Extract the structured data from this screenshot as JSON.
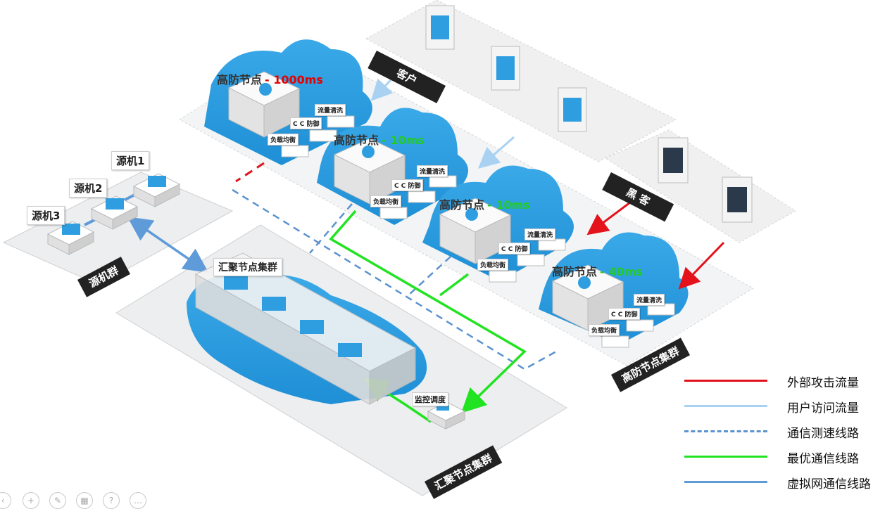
{
  "customer_label": "客户",
  "hacker_label": "黑 客",
  "origin_cluster": {
    "label": "源机群",
    "machines": [
      "源机1",
      "源机2",
      "源机3"
    ]
  },
  "nodes": [
    {
      "title": "高防节点",
      "latency": "- 1000ms",
      "latency_color": "#e60000"
    },
    {
      "title": "高防节点",
      "latency": "- 10ms",
      "latency_color": "#22cc22"
    },
    {
      "title": "高防节点",
      "latency": "- 10ms",
      "latency_color": "#22cc22"
    },
    {
      "title": "高防节点",
      "latency": "- 40ms",
      "latency_color": "#22cc22"
    }
  ],
  "node_services": {
    "flow_clean": "流量清洗",
    "cc_defense": "C C 防御",
    "load_balance": "负载均衡"
  },
  "defense_cluster_label": "高防节点集群",
  "aggregation": {
    "label": "汇聚节点集群",
    "title": "汇聚节点集群"
  },
  "monitor_label": "监控调度",
  "legend": [
    {
      "label": "外部攻击流量",
      "color": "#e3121b",
      "style": "solid"
    },
    {
      "label": "用户访问流量",
      "color": "#a9d2f2",
      "style": "solid"
    },
    {
      "label": "通信测速线路",
      "color": "#5b93cf",
      "style": "dashed"
    },
    {
      "label": "最优通信线路",
      "color": "#22e322",
      "style": "solid"
    },
    {
      "label": "虚拟网通信线路",
      "color": "#5f9bd8",
      "style": "solid"
    }
  ],
  "colors": {
    "cloud": "#2f9ee0",
    "platform": "#eef0f2",
    "server": "#f2f2f2",
    "dark_band": "#222222"
  }
}
